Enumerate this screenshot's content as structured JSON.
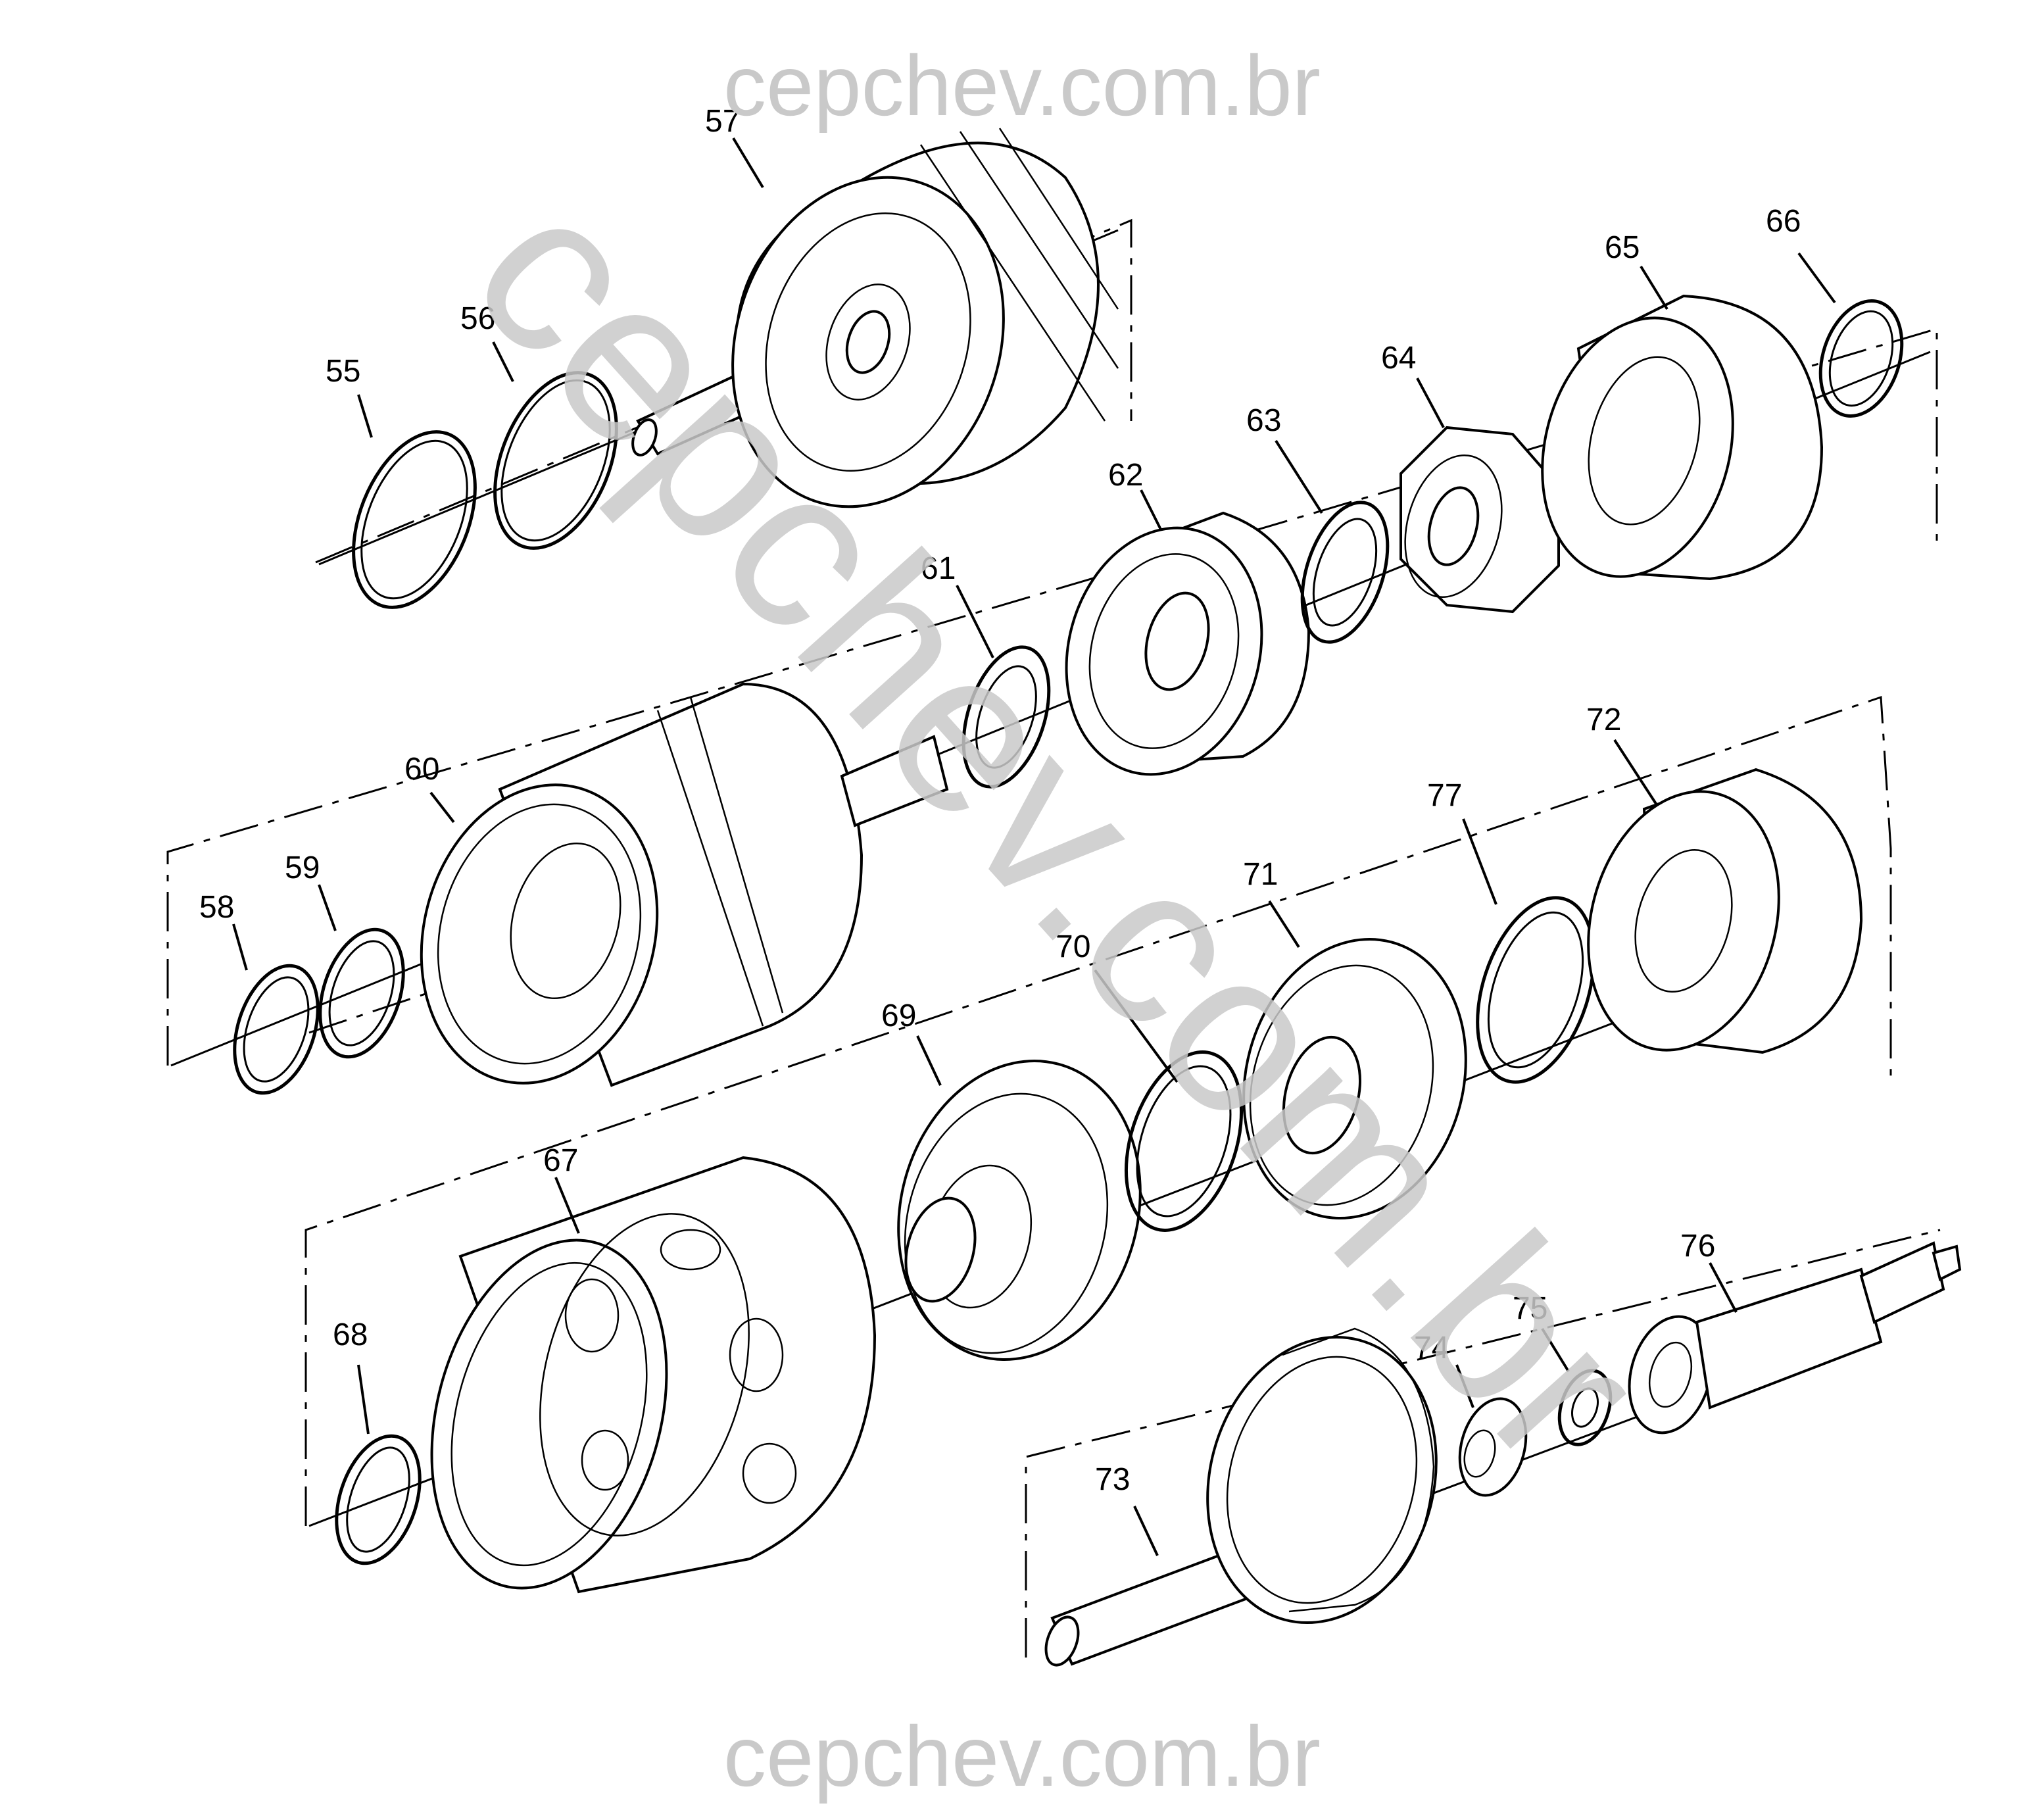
{
  "watermark": {
    "top": "cepchev.com.br",
    "bottom": "cepchev.com.br",
    "diagonal": "cepchev.com.br",
    "color": "#c9c9c9"
  },
  "callouts": [
    "55",
    "56",
    "57",
    "58",
    "59",
    "60",
    "61",
    "62",
    "63",
    "64",
    "65",
    "66",
    "67",
    "68",
    "69",
    "70",
    "71",
    "72",
    "73",
    "74",
    "75",
    "76",
    "77"
  ]
}
